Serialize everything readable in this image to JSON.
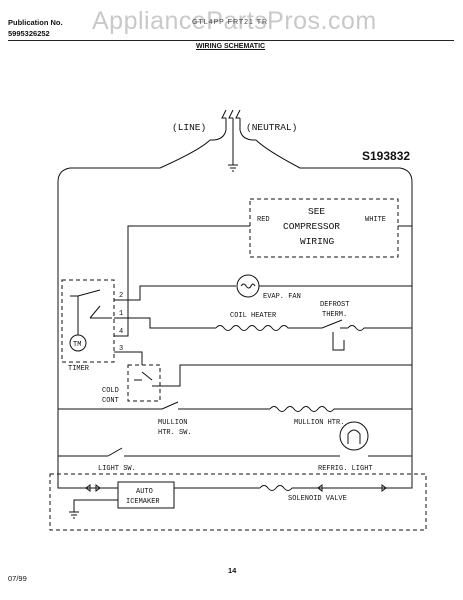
{
  "header": {
    "publication_label": "Publication No.",
    "publication_number": "5995326252",
    "model_text": "GTL4PP  FRT21 TR",
    "watermark": "AppliancePartsPros.com",
    "title": "WIRING SCHEMATIC"
  },
  "diagram": {
    "part_number": "S193832",
    "line_label": "(LINE)",
    "neutral_label": "(NEUTRAL)",
    "compressor": {
      "line1": "SEE",
      "line2": "COMPRESSOR",
      "line3": "WIRING",
      "red_label": "RED",
      "white_label": "WHITE"
    },
    "evap_fan": "EVAP. FAN",
    "coil_heater": "COIL HEATER",
    "defrost_therm_1": "DEFROST",
    "defrost_therm_2": "THERM.",
    "timer": "TIMER",
    "timer_motor": "TM",
    "terminal_1": "1",
    "terminal_2": "2",
    "terminal_3": "3",
    "terminal_4": "4",
    "cold_cont_1": "COLD",
    "cold_cont_2": "CONT",
    "mullion_sw_1": "MULLION",
    "mullion_sw_2": "HTR. SW.",
    "mullion_htr": "MULLION HTR.",
    "light_sw": "LIGHT SW.",
    "refrig_light": "REFRIG. LIGHT",
    "auto_icemaker_1": "AUTO",
    "auto_icemaker_2": "ICEMAKER",
    "solenoid_valve": "SOLENOID VALVE"
  },
  "footer": {
    "date": "07/99",
    "page": "14"
  }
}
